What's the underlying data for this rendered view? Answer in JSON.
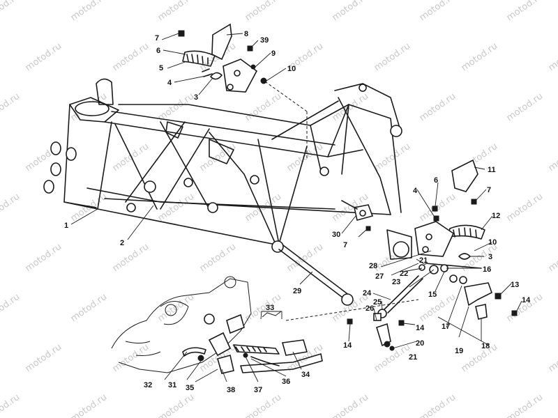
{
  "watermark": {
    "text": "motod.ru"
  },
  "callouts": [
    {
      "id": "1",
      "text": "1"
    },
    {
      "id": "2",
      "text": "2"
    },
    {
      "id": "3a",
      "text": "3"
    },
    {
      "id": "3b",
      "text": "3"
    },
    {
      "id": "4a",
      "text": "4"
    },
    {
      "id": "4b",
      "text": "4"
    },
    {
      "id": "5",
      "text": "5"
    },
    {
      "id": "6a",
      "text": "6"
    },
    {
      "id": "6b",
      "text": "6"
    },
    {
      "id": "7a",
      "text": "7"
    },
    {
      "id": "7b",
      "text": "7"
    },
    {
      "id": "7c",
      "text": "7"
    },
    {
      "id": "8",
      "text": "8"
    },
    {
      "id": "9",
      "text": "9"
    },
    {
      "id": "10a",
      "text": "10"
    },
    {
      "id": "10b",
      "text": "10"
    },
    {
      "id": "11",
      "text": "11"
    },
    {
      "id": "12",
      "text": "12"
    },
    {
      "id": "13",
      "text": "13"
    },
    {
      "id": "14a",
      "text": "14"
    },
    {
      "id": "14b",
      "text": "14"
    },
    {
      "id": "14c",
      "text": "14"
    },
    {
      "id": "15",
      "text": "15"
    },
    {
      "id": "16",
      "text": "16"
    },
    {
      "id": "17",
      "text": "17"
    },
    {
      "id": "18",
      "text": "18"
    },
    {
      "id": "19",
      "text": "19"
    },
    {
      "id": "20",
      "text": "20"
    },
    {
      "id": "21a",
      "text": "21"
    },
    {
      "id": "21b",
      "text": "21"
    },
    {
      "id": "22",
      "text": "22"
    },
    {
      "id": "23",
      "text": "23"
    },
    {
      "id": "24",
      "text": "24"
    },
    {
      "id": "25",
      "text": "25"
    },
    {
      "id": "26",
      "text": "26"
    },
    {
      "id": "27",
      "text": "27"
    },
    {
      "id": "28",
      "text": "28"
    },
    {
      "id": "29",
      "text": "29"
    },
    {
      "id": "30",
      "text": "30"
    },
    {
      "id": "31",
      "text": "31"
    },
    {
      "id": "32",
      "text": "32"
    },
    {
      "id": "33",
      "text": "33"
    },
    {
      "id": "34",
      "text": "34"
    },
    {
      "id": "35",
      "text": "35"
    },
    {
      "id": "36",
      "text": "36"
    },
    {
      "id": "37",
      "text": "37"
    },
    {
      "id": "38",
      "text": "38"
    },
    {
      "id": "39",
      "text": "39"
    }
  ]
}
